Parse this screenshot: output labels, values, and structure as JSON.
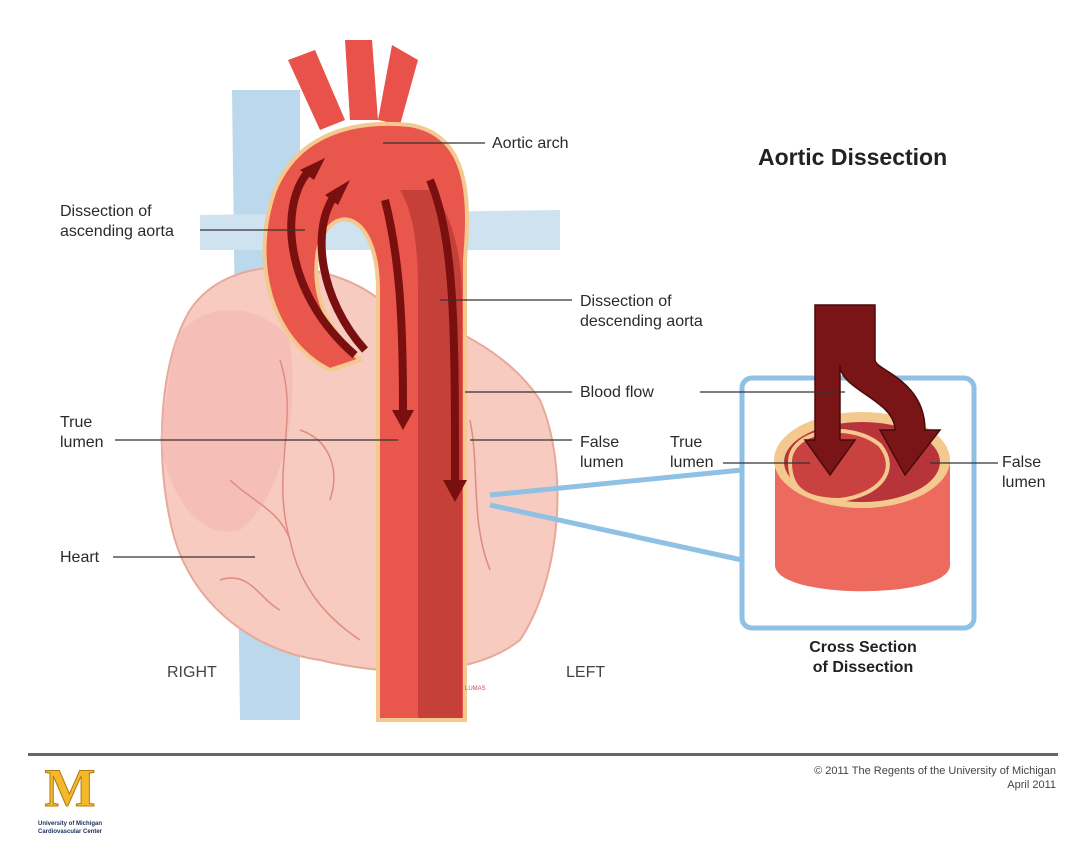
{
  "title": "Aortic Dissection",
  "labels": {
    "aortic_arch": "Aortic arch",
    "dissection_ascending": [
      "Dissection of",
      "ascending aorta"
    ],
    "dissection_descending": [
      "Dissection of",
      "descending aorta"
    ],
    "blood_flow": "Blood flow",
    "true_lumen": [
      "True",
      "lumen"
    ],
    "false_lumen": [
      "False",
      "lumen"
    ],
    "heart": "Heart",
    "right": "RIGHT",
    "left": "LEFT",
    "cs_true_lumen": [
      "True",
      "lumen"
    ],
    "cs_false_lumen": [
      "False",
      "lumen"
    ]
  },
  "cross_section_caption": [
    "Cross Section",
    "of Dissection"
  ],
  "artist_signature": "LUMAS",
  "footer": {
    "copyright": "© 2011  The Regents of the University of Michigan",
    "date": "April 2011"
  },
  "logo": {
    "letter": "M",
    "text": [
      "University of Michigan",
      "Cardiovascular Center"
    ]
  },
  "colors": {
    "aorta": "#e8524a",
    "false_lumen": "#c9403a",
    "arrow": "#7a0f10",
    "vessel_blue": "#b9d6ea",
    "heart": "#f6c9bd",
    "box": "#8ec1e4"
  }
}
